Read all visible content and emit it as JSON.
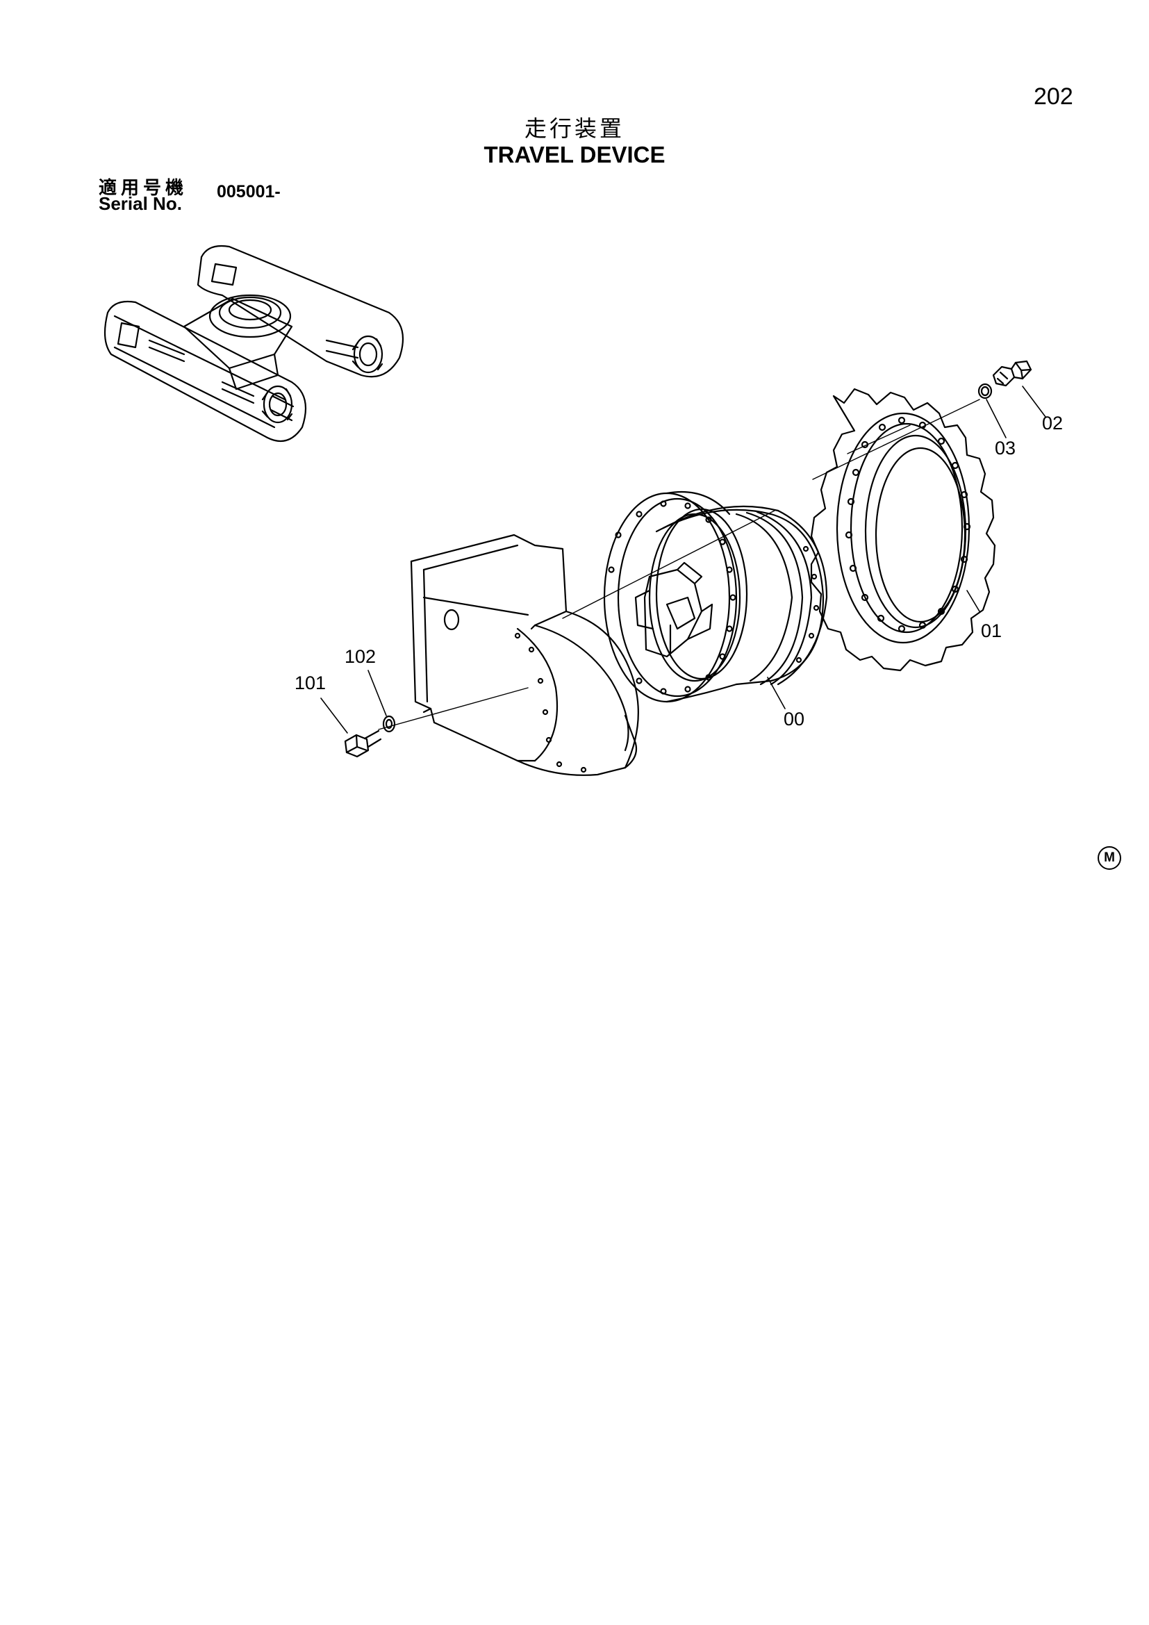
{
  "header": {
    "page_number": "202",
    "title_ja": "走行装置",
    "title_en": "TRAVEL DEVICE"
  },
  "serial": {
    "label_ja": "適用号機",
    "label_en": "Serial No.",
    "value": "005001-"
  },
  "callouts": {
    "c00": "00",
    "c01": "01",
    "c02": "02",
    "c03": "03",
    "c101": "101",
    "c102": "102"
  },
  "footer": {
    "mark": "M"
  }
}
